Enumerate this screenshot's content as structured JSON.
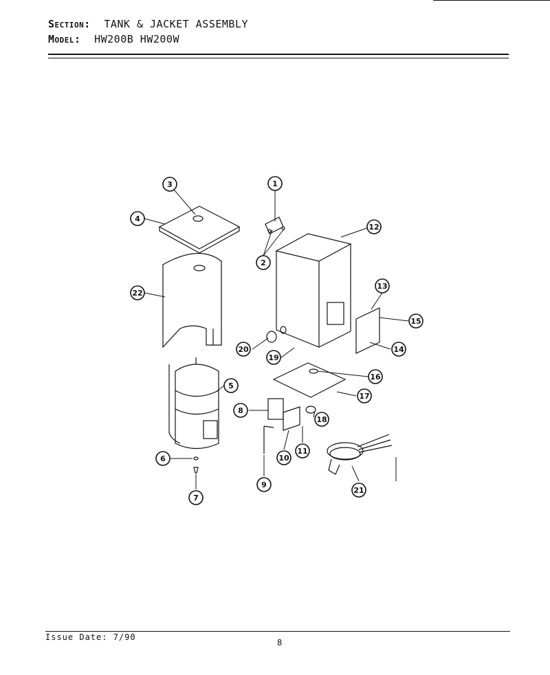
{
  "header": {
    "section_label": "Section:",
    "section_value": "TANK & JACKET ASSEMBLY",
    "model_label": "Model:",
    "model_value": "HW200B  HW200W"
  },
  "footer": {
    "issue": "Issue Date: 7/90",
    "page": "8"
  },
  "callouts": [
    "1",
    "2",
    "3",
    "4",
    "5",
    "6",
    "7",
    "8",
    "9",
    "10",
    "11",
    "12",
    "13",
    "14",
    "15",
    "16",
    "17",
    "18",
    "19",
    "20",
    "21",
    "22"
  ]
}
